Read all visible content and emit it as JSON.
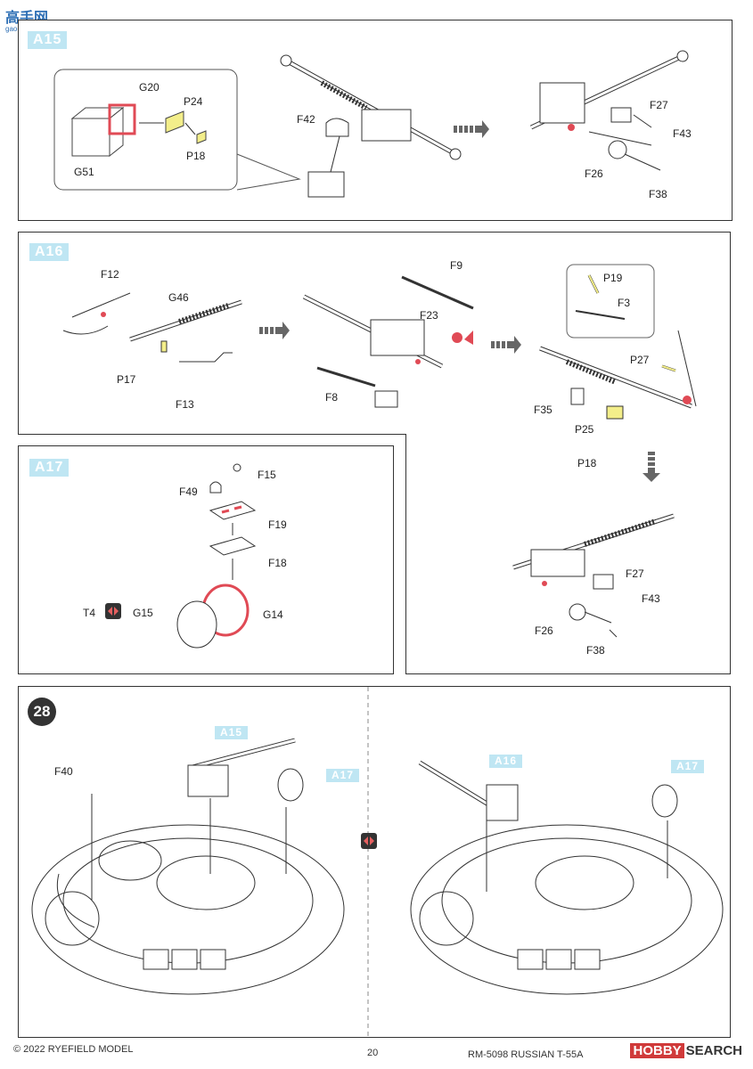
{
  "watermark": {
    "text": "高手网",
    "sub": "gao-shou.com"
  },
  "sections": {
    "a15": {
      "tag": "A15"
    },
    "a16": {
      "tag": "A16"
    },
    "a17": {
      "tag": "A17"
    },
    "step28": {
      "number": "28",
      "tag_left": "A15",
      "tag_right_a": "A17",
      "tag_left_b": "A16",
      "tag_right_b": "A17"
    }
  },
  "labels": {
    "a15": {
      "g20": "G20",
      "p24": "P24",
      "g51": "G51",
      "p18": "P18",
      "f42": "F42",
      "f27": "F27",
      "f43": "F43",
      "f26": "F26",
      "f38": "F38"
    },
    "a16": {
      "f12": "F12",
      "g46": "G46",
      "p17": "P17",
      "f13": "F13",
      "f9": "F9",
      "f23": "F23",
      "f8": "F8",
      "p19": "P19",
      "f3": "F3",
      "p27": "P27",
      "f35": "F35",
      "p25": "P25",
      "p18": "P18",
      "f27": "F27",
      "f43": "F43",
      "f26": "F26",
      "f38": "F38"
    },
    "a17": {
      "f49": "F49",
      "f15": "F15",
      "f19": "F19",
      "f18": "F18",
      "t4": "T4",
      "g15": "G15",
      "g14": "G14"
    },
    "step28": {
      "f40": "F40"
    }
  },
  "footer": {
    "copyright": "© 2022 RYEFIELD MODEL",
    "page": "20",
    "product": "RM-5098 RUSSIAN T-55A",
    "brand_a": "HOBBY",
    "brand_b": "SEARCH"
  },
  "colors": {
    "tag_bg": "#bfe6f3",
    "highlight_red": "#e04a55",
    "highlight_yellow": "#f3ee8a",
    "line": "#333333"
  }
}
